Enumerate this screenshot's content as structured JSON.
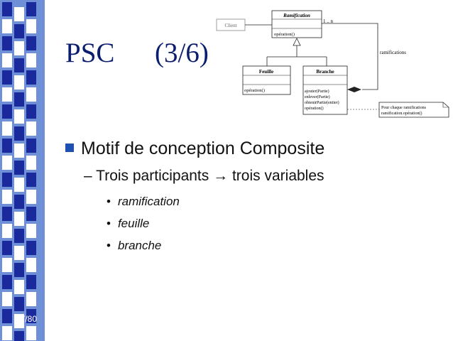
{
  "slide": {
    "title_left": "PSC",
    "title_right": "(3/6)",
    "page_number": "47/80"
  },
  "bullets": {
    "level1": "Motif de conception Composite",
    "level2_dash": "–",
    "level2_text": "Trois participants",
    "level2_arrow": "→",
    "level2_tail": "trois variables",
    "level3_dot": "•",
    "level3": [
      "ramification",
      "feuille",
      "branche"
    ]
  },
  "uml": {
    "client": "Client",
    "ramification_title": "Ramification",
    "ramification_op": "opération()",
    "multiplicity": "1 .. n",
    "ramifications_label": "ramifications",
    "feuille_title": "Feuille",
    "feuille_op": "opération()",
    "branche_title": "Branche",
    "branche_ops": [
      "ajouter(Partie)",
      "enlever(Partie)",
      "obtenirPartie(entier)",
      "opération()"
    ],
    "note_lines": [
      "Pour chaque ramifications",
      "ramification.opération()"
    ]
  },
  "colors": {
    "sidebar_bg": "#6f8fd6",
    "sidebar_dark": "#1a2a9c",
    "sidebar_light": "#ffffff",
    "title": "#0b1d6e",
    "bullet_square": "#1f4fb0"
  }
}
